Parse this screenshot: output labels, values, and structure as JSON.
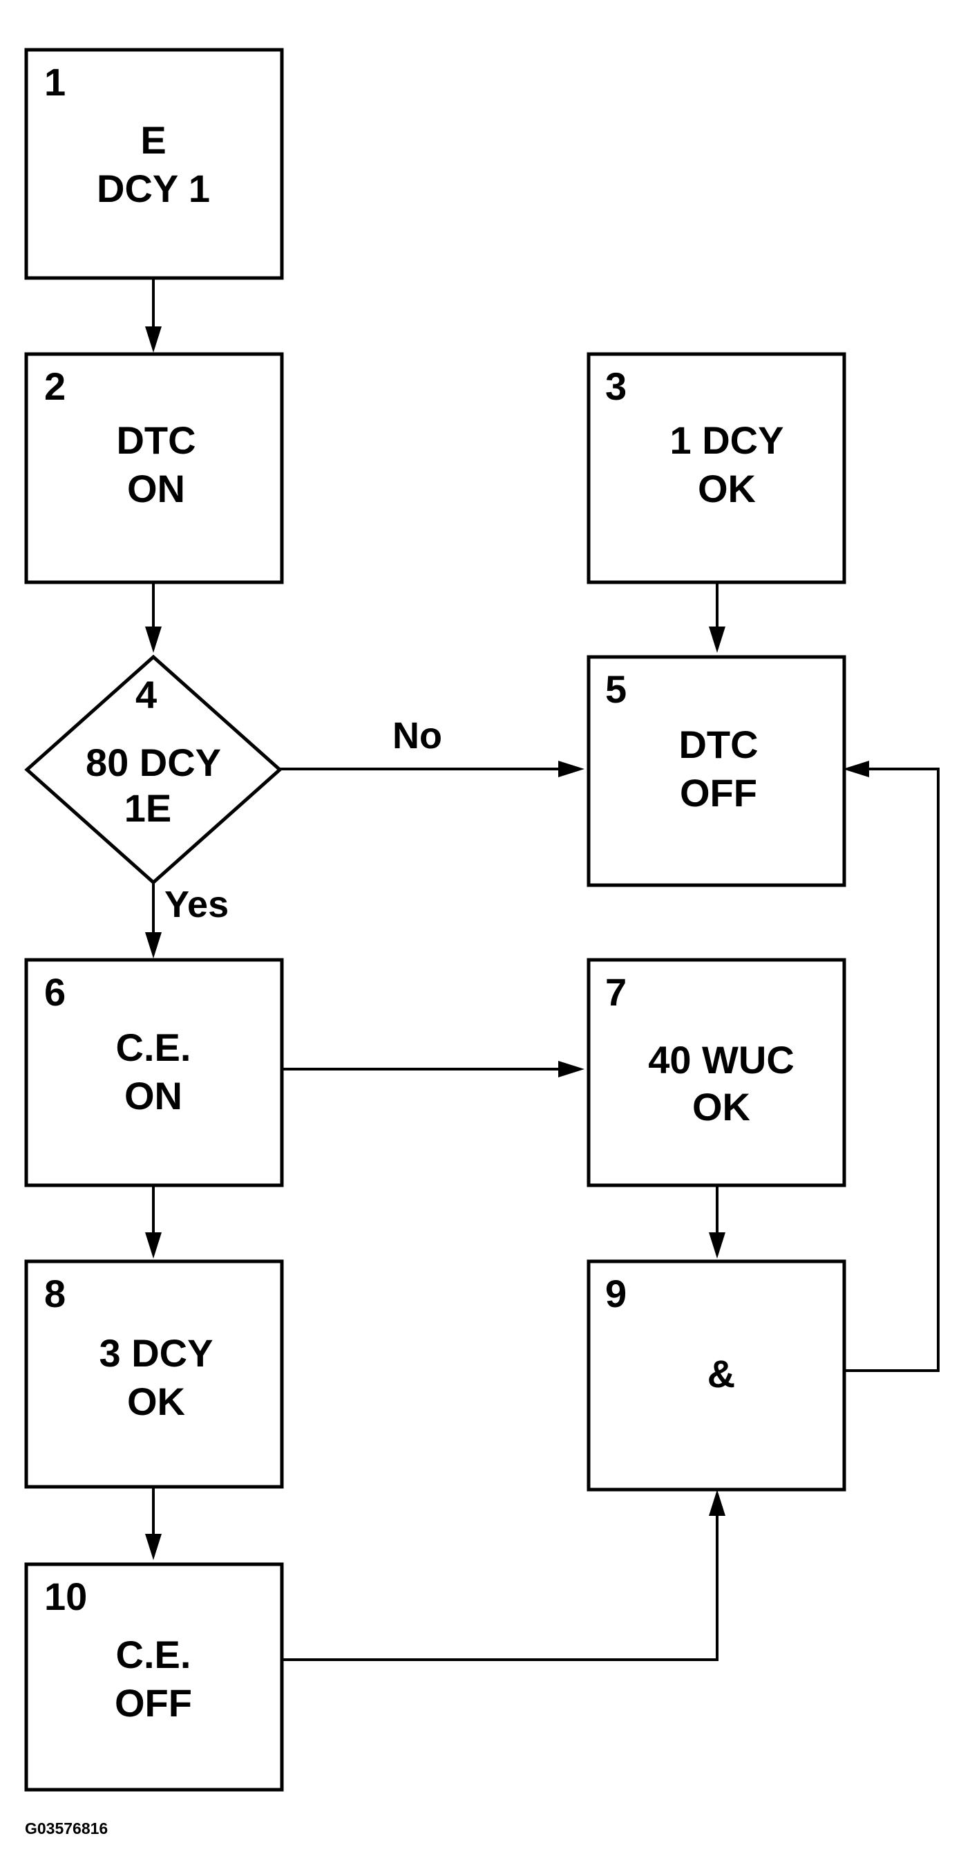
{
  "nodes": [
    {
      "id": "1",
      "number": "1",
      "lines": [
        "E",
        "DCY 1"
      ]
    },
    {
      "id": "2",
      "number": "2",
      "lines": [
        "DTC",
        "ON"
      ]
    },
    {
      "id": "3",
      "number": "3",
      "lines": [
        "1 DCY",
        "OK"
      ]
    },
    {
      "id": "4",
      "number": "4",
      "lines": [
        "80 DCY",
        "1E"
      ]
    },
    {
      "id": "5",
      "number": "5",
      "lines": [
        "DTC",
        "OFF"
      ]
    },
    {
      "id": "6",
      "number": "6",
      "lines": [
        "C.E.",
        "ON"
      ]
    },
    {
      "id": "7",
      "number": "7",
      "lines": [
        "40 WUC",
        "OK"
      ]
    },
    {
      "id": "8",
      "number": "8",
      "lines": [
        "3 DCY",
        "OK"
      ]
    },
    {
      "id": "9",
      "number": "9",
      "lines": [
        "&"
      ]
    },
    {
      "id": "10",
      "number": "10",
      "lines": [
        "C.E.",
        "OFF"
      ]
    }
  ],
  "edges": [
    {
      "from": "1",
      "to": "2",
      "label": ""
    },
    {
      "from": "2",
      "to": "4",
      "label": ""
    },
    {
      "from": "3",
      "to": "5",
      "label": ""
    },
    {
      "from": "4",
      "to": "5",
      "label": "No"
    },
    {
      "from": "4",
      "to": "6",
      "label": "Yes"
    },
    {
      "from": "6",
      "to": "7",
      "label": ""
    },
    {
      "from": "6",
      "to": "8",
      "label": ""
    },
    {
      "from": "7",
      "to": "9",
      "label": ""
    },
    {
      "from": "8",
      "to": "10",
      "label": ""
    },
    {
      "from": "10",
      "to": "9",
      "label": ""
    },
    {
      "from": "9",
      "to": "5",
      "label": ""
    }
  ],
  "figure_code": "G03576816"
}
